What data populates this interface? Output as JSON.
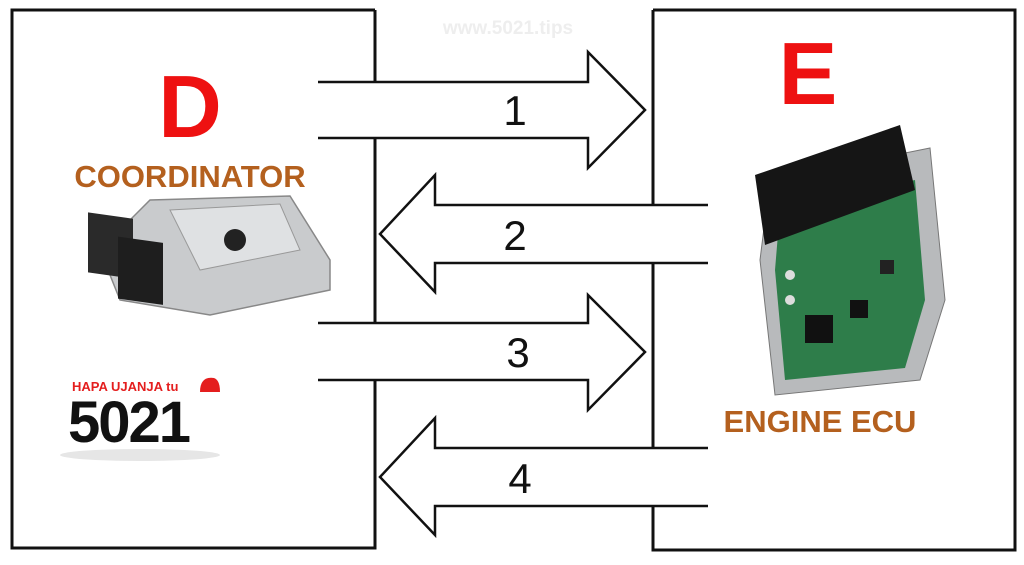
{
  "watermark": "www.5021.tips",
  "left_box": {
    "letter": "D",
    "label": "COORDINATOR"
  },
  "right_box": {
    "letter": "E",
    "label": "ENGINE ECU"
  },
  "arrows": [
    {
      "number": "1",
      "direction": "right"
    },
    {
      "number": "2",
      "direction": "left"
    },
    {
      "number": "3",
      "direction": "right"
    },
    {
      "number": "4",
      "direction": "left"
    }
  ],
  "logo": {
    "tagline": "HAPA UJANJA tu",
    "brand": "5021"
  },
  "colors": {
    "letter": "#ee1111",
    "label": "#b4601e",
    "line": "#111111",
    "pcb": "#2e7d4a"
  }
}
